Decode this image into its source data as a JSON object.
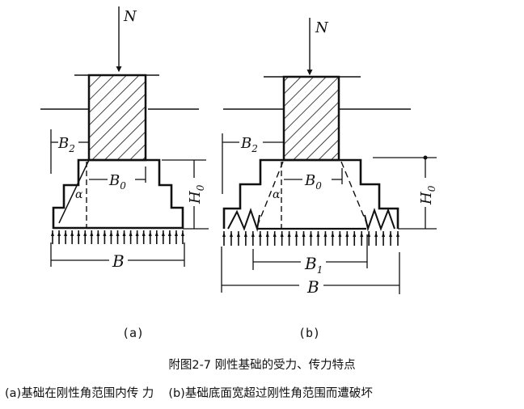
{
  "figure": {
    "title": "附图2-7  刚性基础的受力、传力特点",
    "panel_a": {
      "label": "(a)",
      "description": "(a)基础在刚性角范围内传 力",
      "symbols": {
        "load": "N",
        "b2": "B",
        "b2_sub": "2",
        "b0": "B",
        "b0_sub": "0",
        "h0": "H",
        "h0_sub": "0",
        "angle": "α",
        "b": "B"
      }
    },
    "panel_b": {
      "label": "(b)",
      "description": "(b)基础底面宽超过刚性角范围而遭破坏",
      "symbols": {
        "load": "N",
        "b2": "B",
        "b2_sub": "2",
        "b0": "B",
        "b0_sub": "0",
        "h0": "H",
        "h0_sub": "0",
        "angle": "α",
        "b1": "B",
        "b1_sub": "1",
        "b": "B"
      }
    }
  }
}
